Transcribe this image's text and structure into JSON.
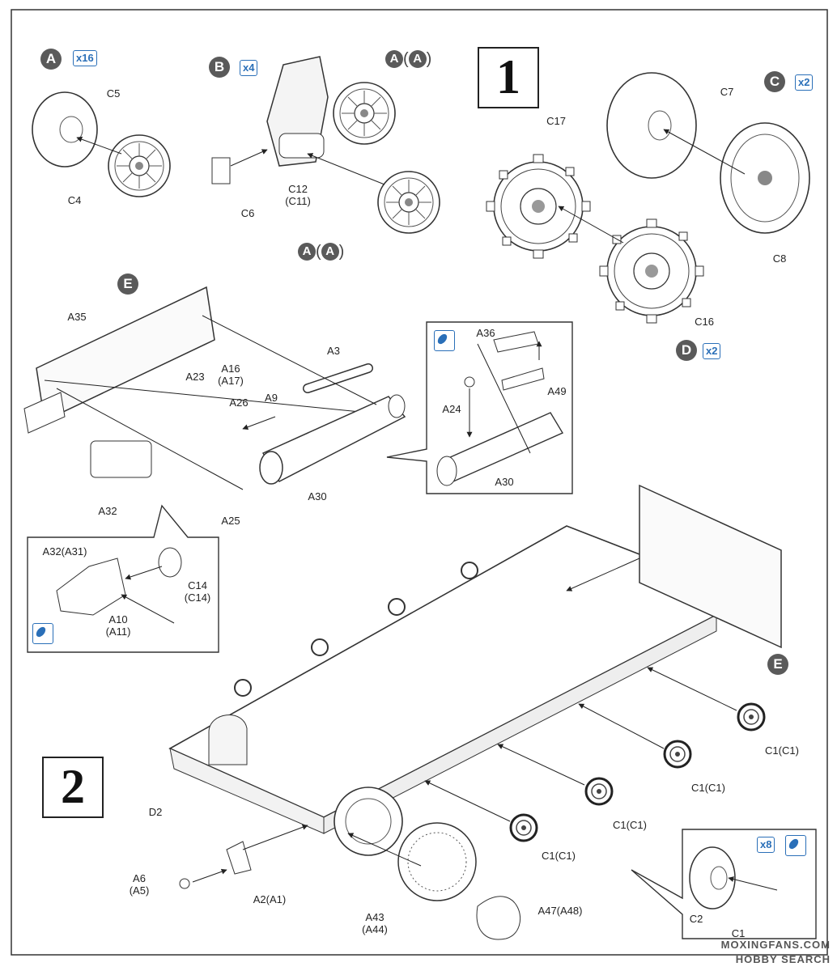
{
  "step_numbers": {
    "step1": "1",
    "step2": "2"
  },
  "badges": {
    "a_qty": {
      "letter": "A",
      "qty": "x16"
    },
    "b_qty": {
      "letter": "B",
      "qty": "x4"
    },
    "c_qty": {
      "letter": "C",
      "qty": "x2"
    },
    "d_qty": {
      "letter": "D",
      "qty": "x2"
    },
    "e_top": "E",
    "e_bottom": "E",
    "aa_top": {
      "letter": "A",
      "paren": "A"
    },
    "aa_bottom": {
      "letter": "A",
      "paren": "A"
    },
    "x8": "x8"
  },
  "labels": {
    "c5": "C5",
    "c4": "C4",
    "c6": "C6",
    "c12": "C12\n(C11)",
    "c17": "C17",
    "c7": "C7",
    "c8": "C8",
    "c16": "C16",
    "a35": "A35",
    "a3": "A3",
    "a23": "A23",
    "a16": "A16\n(A17)",
    "a26": "A26",
    "a9": "A9",
    "a30": "A30",
    "a32": "A32",
    "a25": "A25",
    "a36": "A36",
    "a49": "A49",
    "a24": "A24",
    "a30_inset": "A30",
    "a32a31": "A32(A31)",
    "c14": "C14\n(C14)",
    "a10": "A10\n(A11)",
    "d2": "D2",
    "a6": "A6\n(A5)",
    "a2": "A2(A1)",
    "a43": "A43\n(A44)",
    "a47": "A47(A48)",
    "c1_1": "C1(C1)",
    "c1_2": "C1(C1)",
    "c1_3": "C1(C1)",
    "c1_4": "C1(C1)",
    "c2": "C2",
    "c1": "C1"
  },
  "watermark": {
    "line1": "MOXINGFANS.COM",
    "line2": "HOBBY SEARCH"
  }
}
